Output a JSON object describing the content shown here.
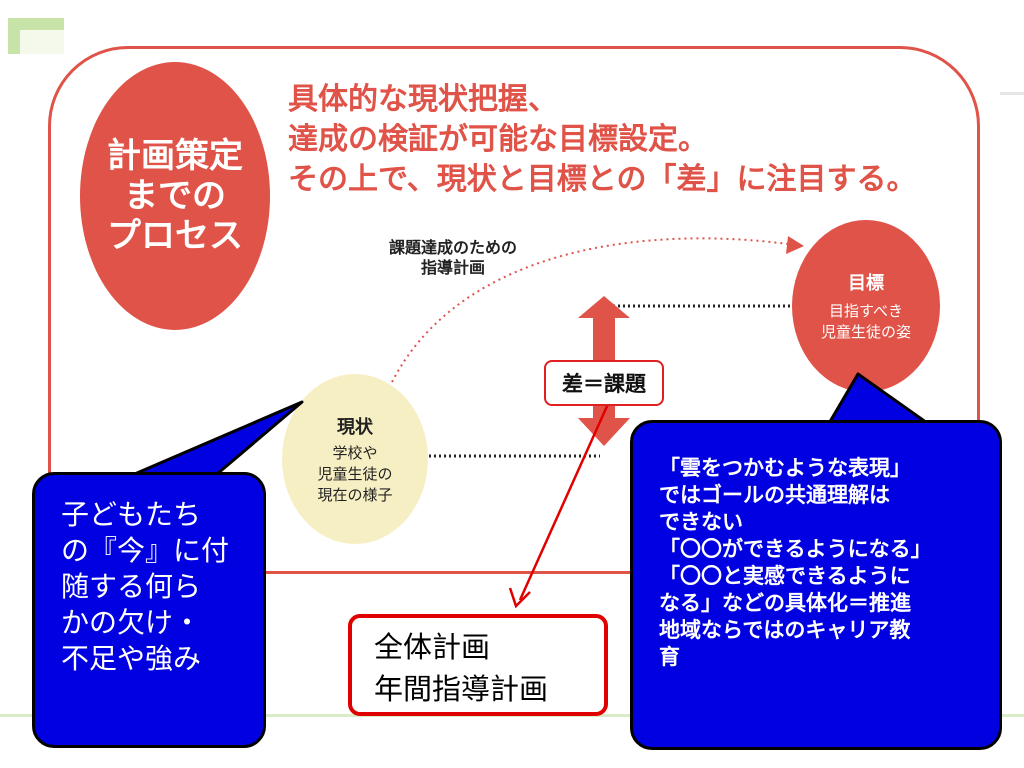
{
  "process_title_lines": [
    "計画策定",
    "までの",
    "プロセス"
  ],
  "headline_lines": [
    "具体的な現状把握、",
    "達成の検証が可能な目標設定。",
    "その上で、現状と目標との「差」に注目する。"
  ],
  "plan_label_lines": [
    "課題達成のための",
    "指導計画"
  ],
  "goal": {
    "title": "目標",
    "desc_lines": [
      "目指すべき",
      "児童生徒の姿"
    ]
  },
  "current": {
    "title": "現状",
    "desc_lines": [
      "学校や",
      "児童生徒の",
      "現在の様子"
    ]
  },
  "gap_label": "差＝課題",
  "overall_plan_lines": [
    "全体計画",
    "年間指導計画"
  ],
  "left_bubble_lines": [
    "子どもたち",
    "の『今』に付",
    "随する何ら",
    "かの欠け・",
    "不足や強み"
  ],
  "right_bubble_lines": [
    "「雲をつかむような表現」",
    "ではゴールの共通理解は",
    "できない",
    "「〇〇ができるようになる」",
    "「〇〇と実感できるように",
    "なる」などの具体化＝推進",
    "地域ならではのキャリア教",
    "育"
  ],
  "colors": {
    "accent_red": "#e05348",
    "bubble_blue": "#0000e0",
    "current_fill": "#f7efc4"
  }
}
